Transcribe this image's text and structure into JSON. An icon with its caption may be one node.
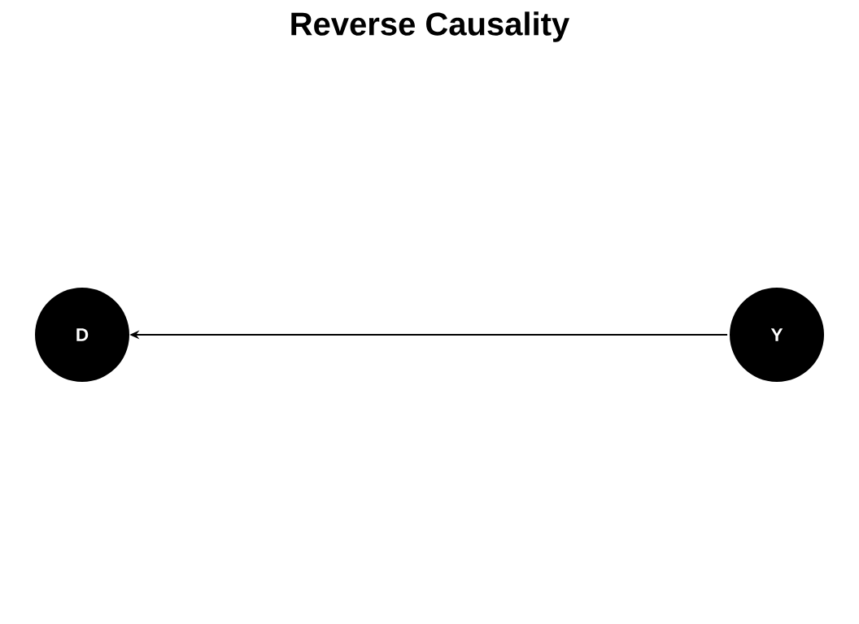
{
  "diagram": {
    "title": "Reverse Causality",
    "nodes": [
      {
        "text": [
          "D"
        ]
      },
      {
        "text": [
          "Y"
        ]
      }
    ],
    "edges": [
      {
        "from": 1,
        "to": 0,
        "arrow": "to"
      }
    ]
  }
}
